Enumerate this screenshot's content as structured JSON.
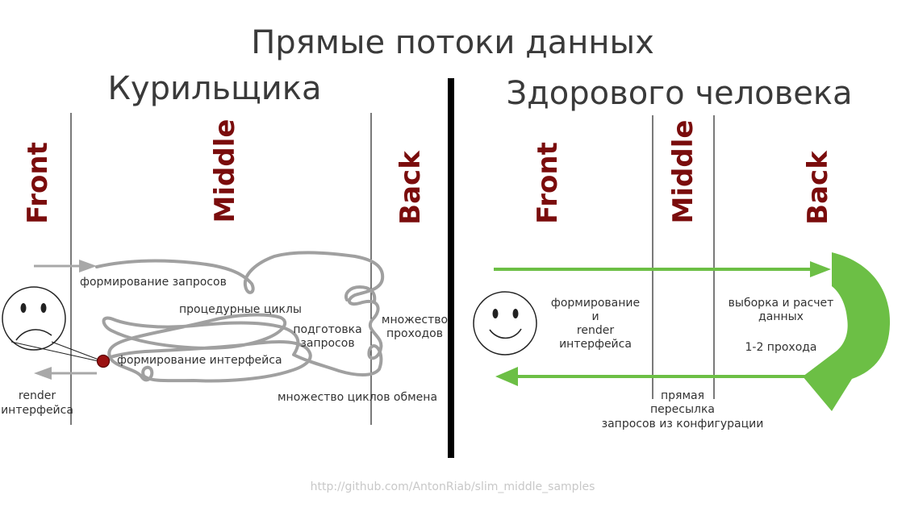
{
  "title": "Прямые потоки данных",
  "smoker": {
    "heading": "Курильщика",
    "columns": {
      "front": "Front",
      "middle": "Middle",
      "back": "Back"
    },
    "labels": {
      "forming_requests": "формирование запросов",
      "procedural_cycles": "процедурные циклы",
      "preparing_requests_1": "подготовка",
      "preparing_requests_2": "запросов",
      "many_passes_1": "множество",
      "many_passes_2": "проходов",
      "forming_interface": "формирование интерфейса",
      "many_exchange_cycles": "множество циклов обмена",
      "render_1": "render",
      "render_2": "интерфейса"
    }
  },
  "healthy": {
    "heading": "Здорового человека",
    "columns": {
      "front": "Front",
      "middle": "Middle",
      "back": "Back"
    },
    "labels": {
      "forming_1": "формирование",
      "forming_2": "и",
      "forming_3": "render",
      "forming_4": "интерфейса",
      "selection_1": "выборка и расчет",
      "selection_2": "данных",
      "passes": "1-2 прохода",
      "direct_1": "прямая",
      "direct_2": "пересылка",
      "direct_3": "запросов из конфигурации"
    }
  },
  "footer": "http://github.com/AntonRiab/slim_middle_samples",
  "colors": {
    "column_label": "#7a0c0c",
    "green_arrow": "#6cbf45",
    "gray_arrow": "#a8a8a8",
    "red_dot": "#9b1111"
  }
}
